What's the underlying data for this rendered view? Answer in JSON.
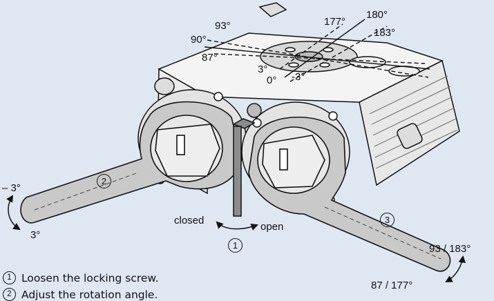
{
  "angles": {
    "a93": "93°",
    "a90": "90°",
    "a87": "87°",
    "a177": "177°",
    "a180": "180°",
    "a183": "183°",
    "a3": "3°",
    "a0": "0°",
    "am3": "-3°"
  },
  "left_wrench": {
    "number": "2",
    "top_angle": "– 3°",
    "bottom_angle": "3°"
  },
  "right_wrench": {
    "number": "3",
    "top_angle": "93 / 183°",
    "bottom_angle": "87 / 177°"
  },
  "hex_key": {
    "number": "1",
    "closed_label": "closed",
    "open_label": "open"
  },
  "instructions": [
    {
      "number": "1",
      "text": "Loosen the locking screw."
    },
    {
      "number": "2",
      "text": "Adjust the rotation angle."
    }
  ]
}
